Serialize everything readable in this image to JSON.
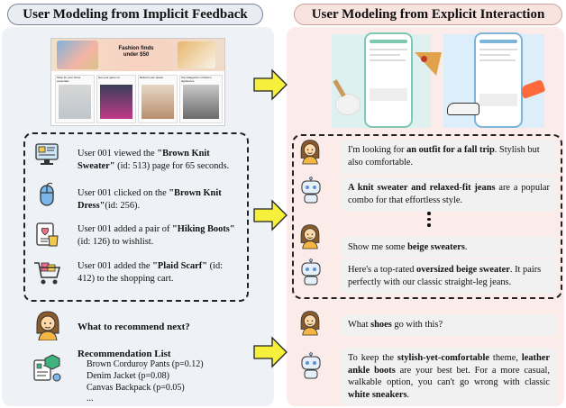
{
  "titles": {
    "left": "User Modeling from Implicit Feedback",
    "right": "User Modeling from Explicit Interaction"
  },
  "screenshot": {
    "banner": "Fashion finds under $50",
    "cards": [
      "Shop for your home essentials",
      "Get your game on",
      "Refresh your space",
      "Top categories in Kitchen appliances"
    ]
  },
  "events": [
    {
      "pre": "User 001 viewed the ",
      "bold": "\"Brown Knit Sweater\"",
      "post": " (id: 513) page for 65 seconds."
    },
    {
      "pre": "User 001 clicked on the ",
      "bold": "\"Brown Knit Dress\"",
      "post": "(id: 256)."
    },
    {
      "pre": "User 001 added a pair of ",
      "bold": "\"Hiking Boots\"",
      "post": " (id: 126) to wishlist."
    },
    {
      "pre": "User 001 added the ",
      "bold": "\"Plaid Scarf\"",
      "post": " (id: 412) to the shopping cart."
    }
  ],
  "question": "What to recommend next?",
  "rec": {
    "title": "Recommendation List",
    "items": [
      "Brown Corduroy Pants (p=0.12)",
      "Denim Jacket (p=0.08)",
      "Canvas Backpack (p=0.05)",
      "..."
    ]
  },
  "chat": {
    "m1_pre": "I'm looking for ",
    "m1_bold": "an outfit for a fall trip",
    "m1_post": ". Stylish but also comfortable.",
    "m2_bold": "A knit sweater and relaxed-fit jeans",
    "m2_post": " are a popular combo for that effortless style.",
    "m3_pre": "Show me some ",
    "m3_bold": "beige sweaters",
    "m3_post": ".",
    "m4_pre": "Here's a top-rated ",
    "m4_bold": "oversized beige sweater",
    "m4_post": ". It pairs perfectly with our classic straight-leg jeans.",
    "q_pre": "What ",
    "q_bold": "shoes",
    "q_post": " go with this?",
    "a_pre": "To keep the ",
    "a_bold1": "stylish-yet-comfortable",
    "a_mid1": " theme, ",
    "a_bold2": "leather ankle boots",
    "a_mid2": " are your best bet. For a more casual, walkable option, you can't go wrong with classic ",
    "a_bold3": "white sneakers",
    "a_post": "."
  },
  "colors": {
    "left_title_bg": "#e9ecf3",
    "right_title_bg": "#f8e3df",
    "arrow": "#f6ef3c",
    "bubble": "#f1f1f1"
  }
}
